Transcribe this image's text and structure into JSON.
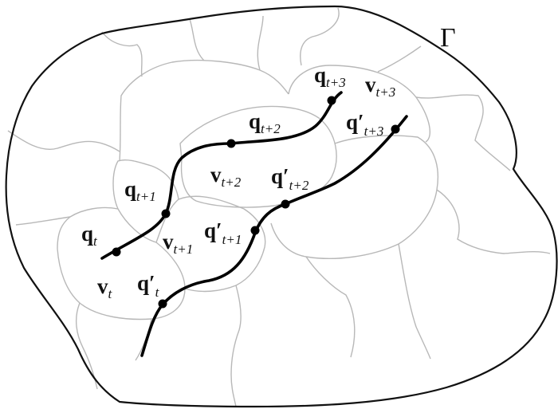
{
  "domain_label": "Γ",
  "labels": {
    "q_t": {
      "main": "q",
      "prime": "",
      "sub": "t"
    },
    "q_t1": {
      "main": "q",
      "prime": "",
      "sub": "t+1"
    },
    "q_t2": {
      "main": "q",
      "prime": "",
      "sub": "t+2"
    },
    "q_t3": {
      "main": "q",
      "prime": "",
      "sub": "t+3"
    },
    "qp_t": {
      "main": "q",
      "prime": "′",
      "sub": "t"
    },
    "qp_t1": {
      "main": "q",
      "prime": "′",
      "sub": "t+1"
    },
    "qp_t2": {
      "main": "q",
      "prime": "′",
      "sub": "t+2"
    },
    "qp_t3": {
      "main": "q",
      "prime": "′",
      "sub": "t+3"
    },
    "v_t": {
      "main": "v",
      "sub": "t"
    },
    "v_t1": {
      "main": "v",
      "sub": "t+1"
    },
    "v_t2": {
      "main": "v",
      "sub": "t+2"
    },
    "v_t3": {
      "main": "v",
      "sub": "t+3"
    }
  },
  "colors": {
    "boundary": "#111111",
    "cells": "#b8b8b8",
    "paths": "#000000"
  }
}
